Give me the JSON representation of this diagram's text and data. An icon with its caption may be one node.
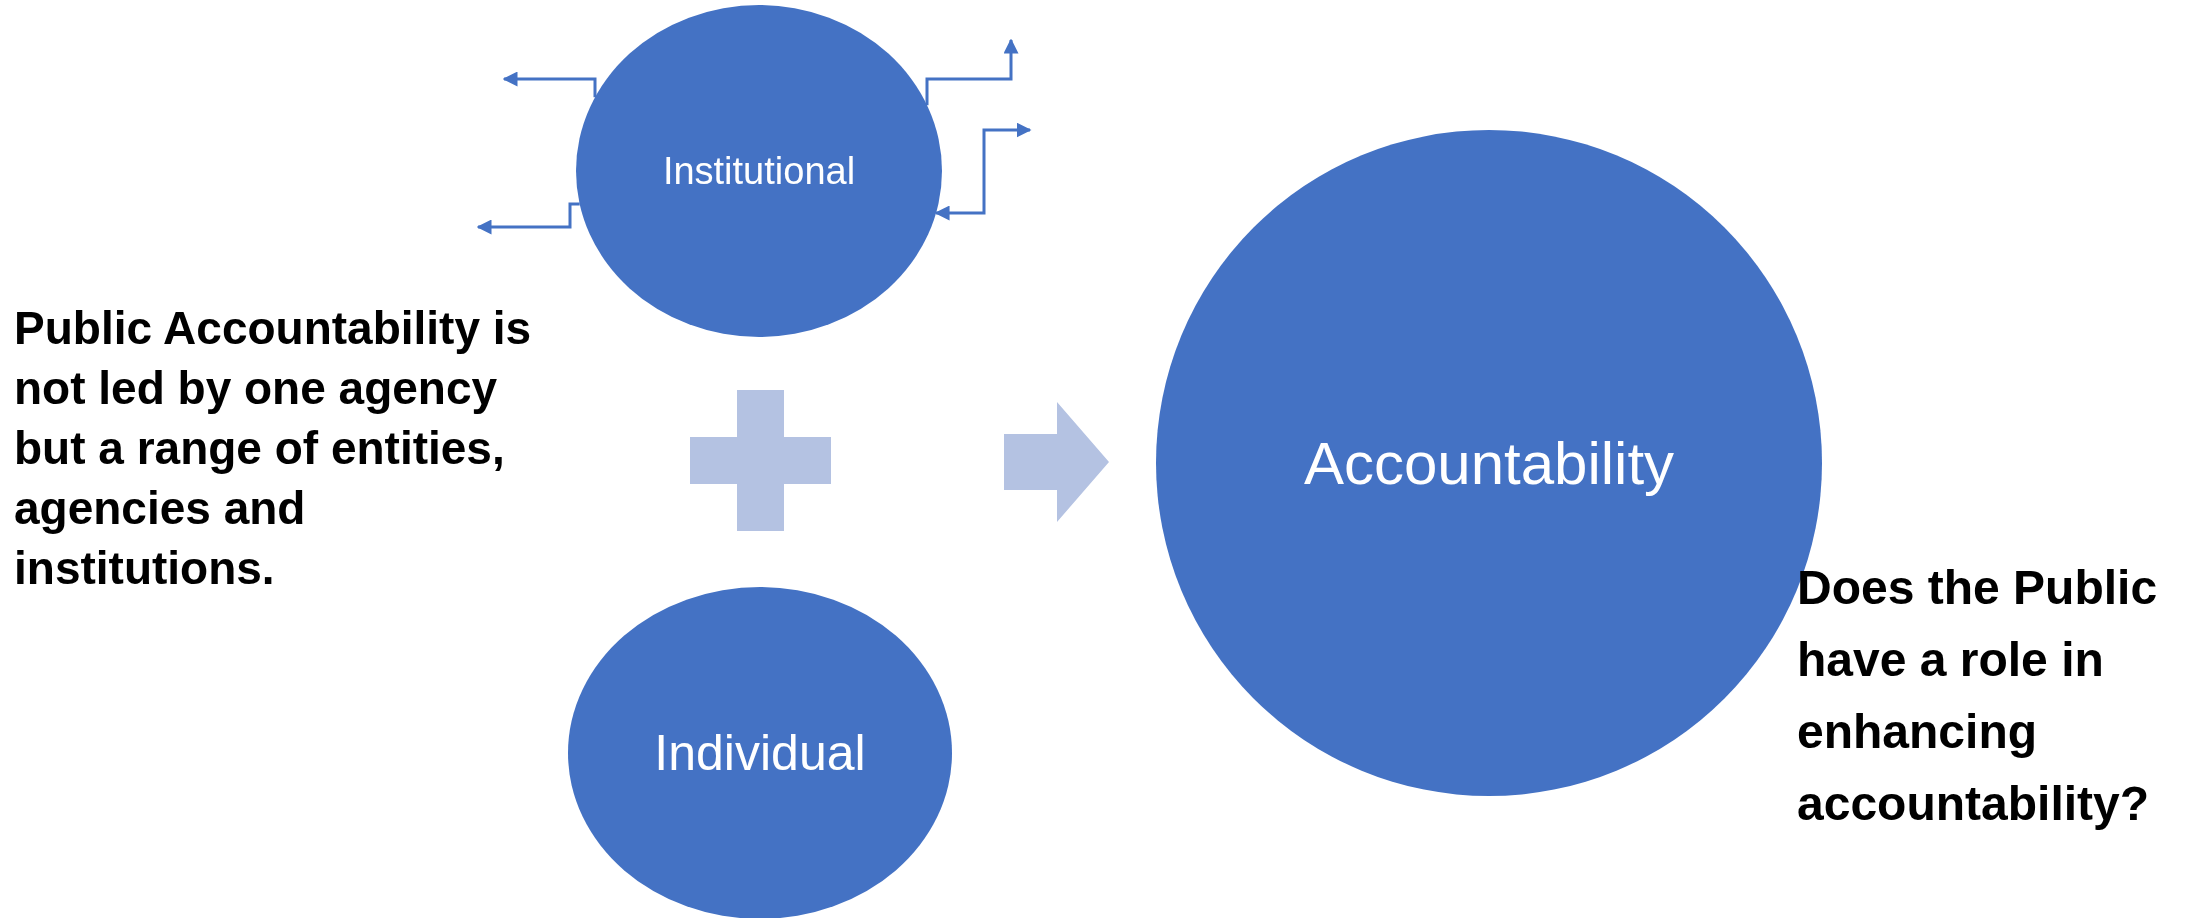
{
  "diagram": {
    "nodes": [
      {
        "text": [
          "Institutional"
        ]
      },
      {
        "text": [
          "Individual"
        ]
      },
      {
        "text": [
          "Accountability"
        ]
      }
    ],
    "edges": [
      {
        "from": 0,
        "to": null,
        "arrow": "to"
      },
      {
        "from": 0,
        "to": null,
        "arrow": "to"
      },
      {
        "from": 0,
        "to": null,
        "arrow": "to"
      },
      {
        "from": 0,
        "to": null,
        "arrow": "both"
      },
      {
        "from": null,
        "to": 2,
        "arrow": "to",
        "style": "thick",
        "color": "#b4c2e2"
      }
    ],
    "labels": [
      "Public Accountability is not led by one agency but a range of entities, agencies and institutions.",
      "Does the Public have a role in enhancing accountability?"
    ]
  }
}
